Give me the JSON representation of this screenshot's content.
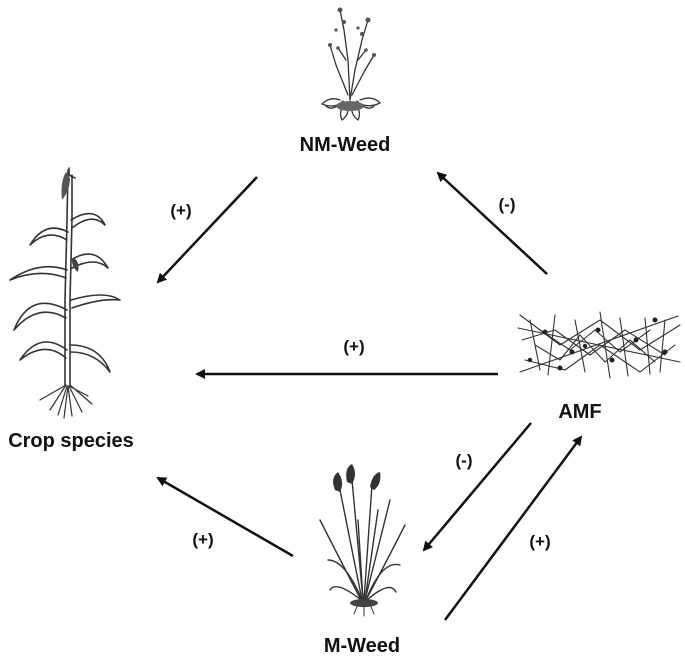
{
  "nodes": {
    "nm_weed": {
      "label": "NM-Weed"
    },
    "crop": {
      "label": "Crop species"
    },
    "amf": {
      "label": "AMF"
    },
    "m_weed": {
      "label": "M-Weed"
    }
  },
  "edges": [
    {
      "from": "NM-Weed",
      "to": "Crop species",
      "sign": "(+)"
    },
    {
      "from": "AMF",
      "to": "NM-Weed",
      "sign": "(-)"
    },
    {
      "from": "AMF",
      "to": "Crop species",
      "sign": "(+)"
    },
    {
      "from": "AMF",
      "to": "M-Weed",
      "sign": "(-)"
    },
    {
      "from": "M-Weed",
      "to": "AMF",
      "sign": "(+)"
    },
    {
      "from": "M-Weed",
      "to": "Crop species",
      "sign": "(+)"
    }
  ]
}
